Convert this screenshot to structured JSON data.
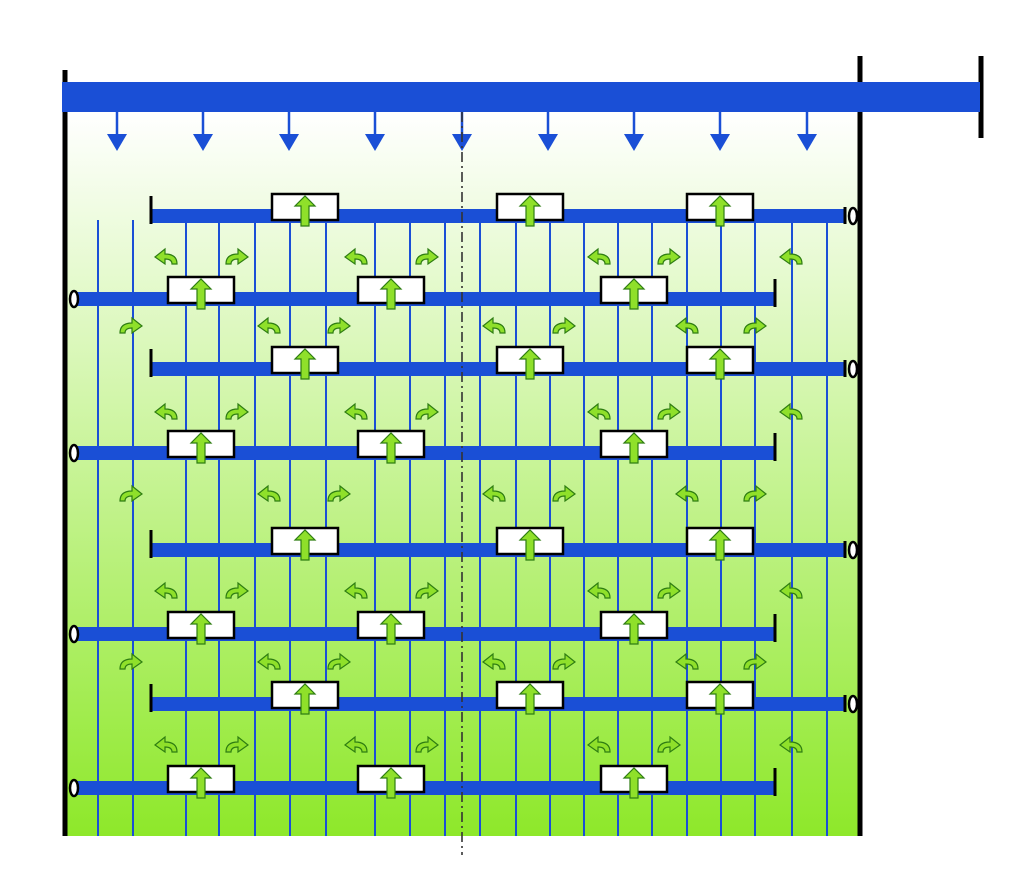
{
  "colors": {
    "pipe": "#1a4fd6",
    "frame": "#000000",
    "arrow_fill": "#8fe02a",
    "arrow_stroke": "#2e7d12",
    "vessel_top": "#ffffff",
    "vessel_bottom": "#8ee82a",
    "cap_fill": "#ffffff"
  },
  "icons": {
    "feed_arrow": "arrow-down-icon",
    "up_flow_arrow": "arrow-up-icon",
    "curl_flow_arrow": "curved-flow-arrow-icon",
    "tray_end": "tray-end-icon"
  },
  "trays": {
    "count": 8,
    "first_tray_downcomer_side": "right"
  },
  "feed_arrow_count": 9
}
